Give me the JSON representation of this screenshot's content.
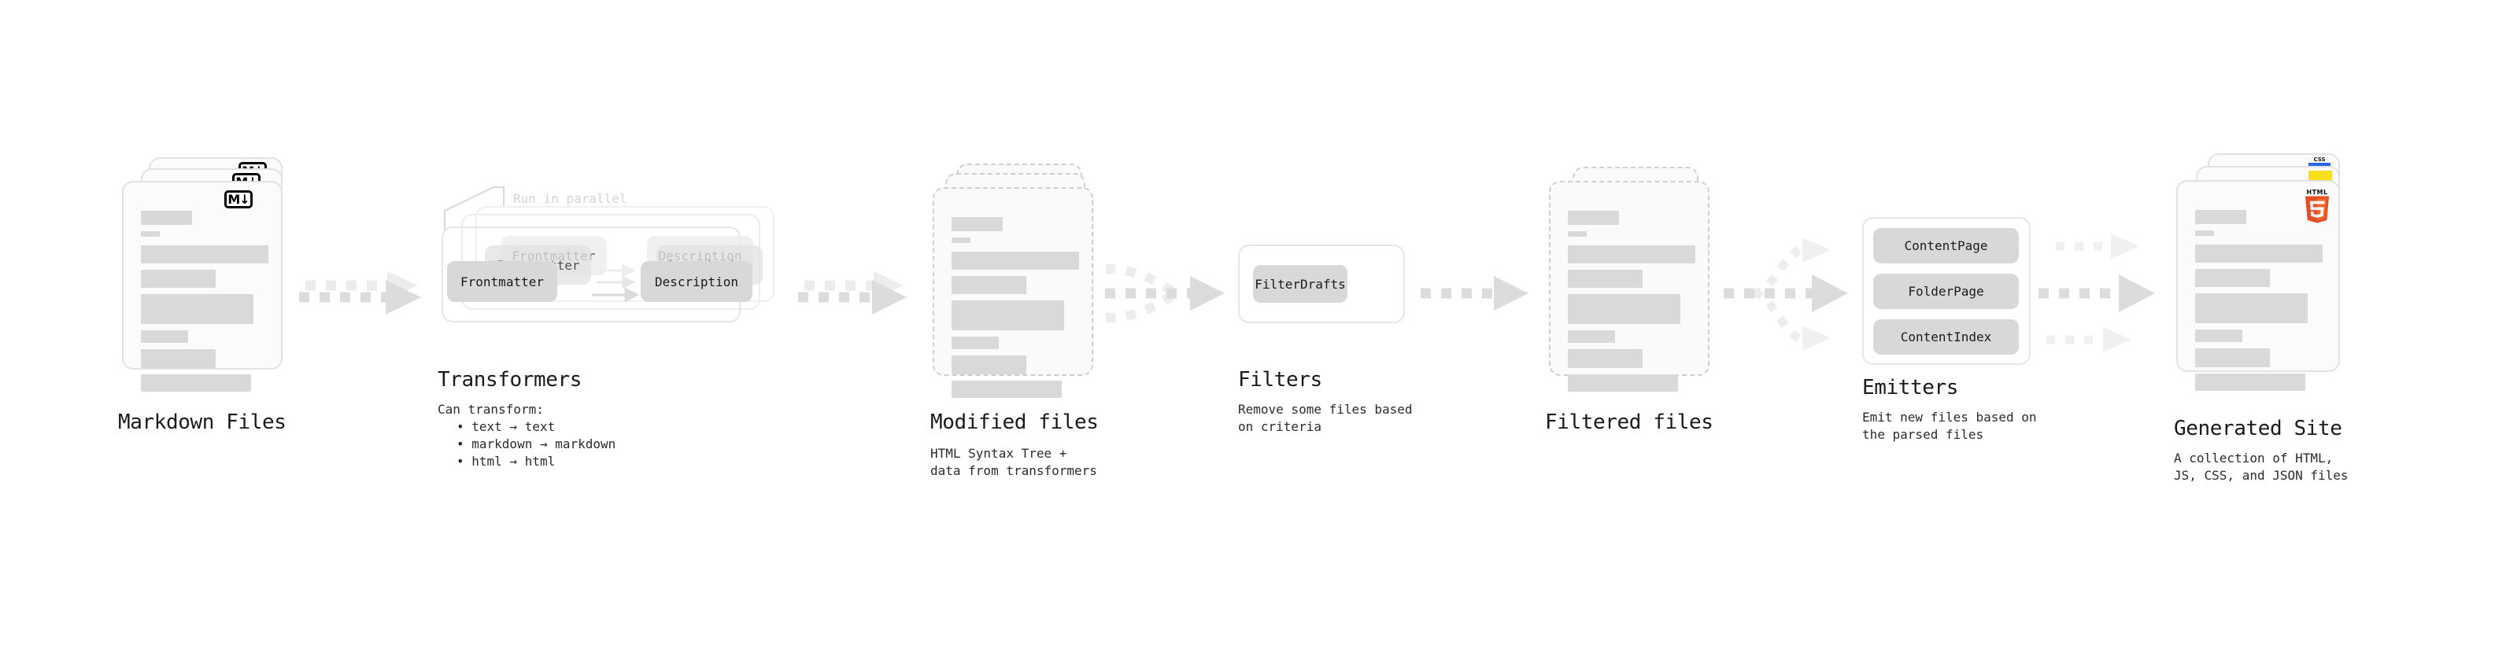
{
  "diagram": {
    "title_font_size": 26,
    "accent_colors": {
      "html5_orange": "#e44d26",
      "html5_orange_light": "#f16529",
      "js_yellow": "#f7df1e",
      "css_blue": "#2965f1",
      "chip_gray": "#d8d8d8",
      "card_border": "#e2e2e2",
      "dashed_border": "#cfcfcf",
      "bar_gray": "#d9d9d9",
      "arrow_gray": "#dcdcdc",
      "text_dark": "#1a1a1a"
    },
    "stages": [
      {
        "id": "markdown-files",
        "title": "Markdown Files",
        "subtitle": "",
        "kind": "card-stack",
        "badge": "markdown-badge",
        "badge_text": "M↓"
      },
      {
        "id": "transformers",
        "title": "Transformers",
        "subtitle": "Can transform:",
        "kind": "group-box",
        "annotation": "Run in parallel",
        "chips": [
          "Frontmatter",
          "Description"
        ],
        "bullets": [
          "text → text",
          "markdown → markdown",
          "html → html"
        ]
      },
      {
        "id": "modified-files",
        "title": "Modified files",
        "subtitle": "HTML Syntax Tree +\ndata from transformers",
        "kind": "card-stack-dashed"
      },
      {
        "id": "filters",
        "title": "Filters",
        "subtitle": "Remove some files based\non criteria",
        "kind": "group-box",
        "chips": [
          "FilterDrafts"
        ]
      },
      {
        "id": "filtered-files",
        "title": "Filtered files",
        "subtitle": "",
        "kind": "card-stack-dashed"
      },
      {
        "id": "emitters",
        "title": "Emitters",
        "subtitle": "Emit new files based on\nthe parsed files",
        "kind": "group-box",
        "chips": [
          "ContentPage",
          "FolderPage",
          "ContentIndex"
        ]
      },
      {
        "id": "generated-site",
        "title": "Generated Site",
        "subtitle": "A collection of HTML,\nJS, CSS, and JSON files",
        "kind": "card-stack",
        "badges": [
          "html5-badge",
          "js-badge",
          "css-badge"
        ],
        "badge_labels": {
          "html5": "HTML",
          "css": "CSS"
        }
      }
    ],
    "flows": [
      {
        "from": "markdown-files",
        "to": "transformers",
        "style": "dashed-arrow"
      },
      {
        "from": "transformers",
        "to": "modified-files",
        "style": "dashed-arrow"
      },
      {
        "from": "modified-files",
        "to": "filters",
        "style": "dashed-arrow-merge"
      },
      {
        "from": "filters",
        "to": "filtered-files",
        "style": "dashed-arrow"
      },
      {
        "from": "filtered-files",
        "to": "emitters",
        "style": "dashed-arrow-branch3"
      },
      {
        "from": "emitters",
        "to": "generated-site",
        "style": "dashed-arrow-3parallel"
      }
    ]
  }
}
